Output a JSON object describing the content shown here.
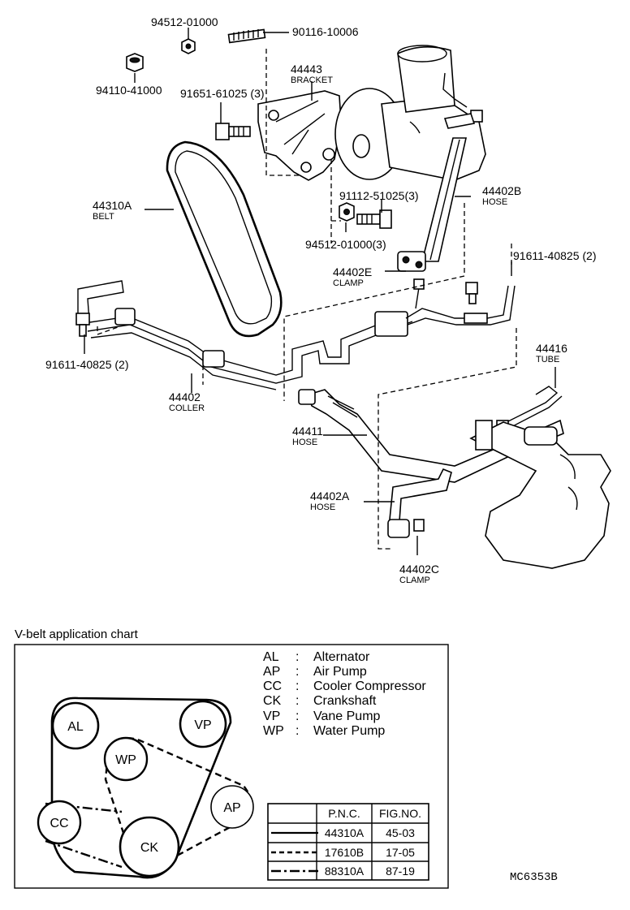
{
  "diagram": {
    "labels": {
      "p94512_01000_top": "94512-01000",
      "p90116": "90116-10006",
      "p94110": "94110-41000",
      "p44443": "44443",
      "p44443_name": "BRACKET",
      "p91651": "91651-61025 (3)",
      "p44310A": "44310A",
      "p44310A_name": "BELT",
      "p44402B": "44402B",
      "p44402B_name": "HOSE",
      "p91112": "91112-51025(3)",
      "p94512_01000_3": "94512-01000(3)",
      "p44402E": "44402E",
      "p44402E_name": "CLAMP",
      "p91611_right": "91611-40825 (2)",
      "p91611_left": "91611-40825 (2)",
      "p44402": "44402",
      "p44402_name": "COLLER",
      "p44416": "44416",
      "p44416_name": "TUBE",
      "p44411": "44411",
      "p44411_name": "HOSE",
      "p44402A": "44402A",
      "p44402A_name": "HOSE",
      "p44402C": "44402C",
      "p44402C_name": "CLAMP"
    },
    "chart": {
      "title": "V-belt application chart",
      "legend": [
        {
          "code": "AL",
          "sep": ":",
          "name": "Alternator"
        },
        {
          "code": "AP",
          "sep": ":",
          "name": "Air Pump"
        },
        {
          "code": "CC",
          "sep": ":",
          "name": "Cooler Compressor"
        },
        {
          "code": "CK",
          "sep": ":",
          "name": "Crankshaft"
        },
        {
          "code": "VP",
          "sep": ":",
          "name": "Vane Pump"
        },
        {
          "code": "WP",
          "sep": ":",
          "name": "Water Pump"
        }
      ],
      "pulleys": {
        "AL": "AL",
        "VP": "VP",
        "WP": "WP",
        "AP": "AP",
        "CC": "CC",
        "CK": "CK"
      },
      "table": {
        "headers": [
          "P.N.C.",
          "FIG.NO."
        ],
        "rows": [
          {
            "pnc": "44310A",
            "fig": "45-03",
            "line": "solid"
          },
          {
            "pnc": "17610B",
            "fig": "17-05",
            "line": "dashed"
          },
          {
            "pnc": "88310A",
            "fig": "87-19",
            "line": "dash-dot"
          }
        ]
      }
    },
    "code": "MC6353B"
  }
}
